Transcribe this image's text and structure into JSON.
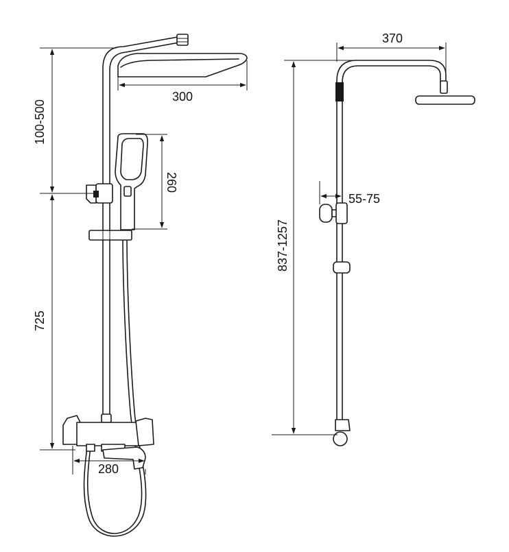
{
  "dimensions": {
    "head_width": "300",
    "head_height_range": "100-500",
    "handset_length": "260",
    "bar_height": "725",
    "spout_width": "280",
    "arm_reach": "370",
    "total_height_range": "837-1257",
    "wall_distance": "55-75"
  }
}
